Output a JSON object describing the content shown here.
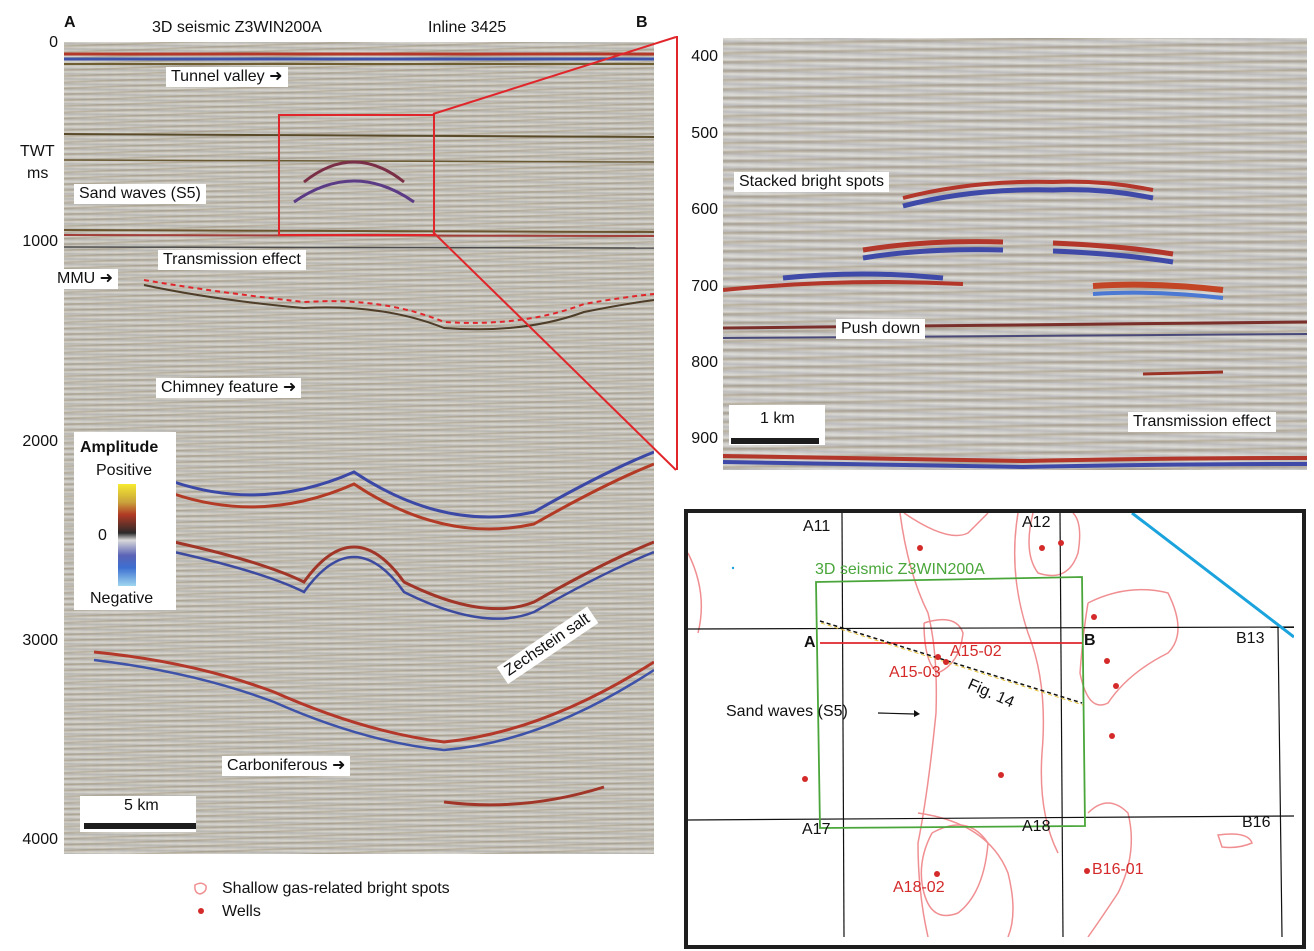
{
  "left_panel": {
    "corner_a": "A",
    "corner_b": "B",
    "survey_title": "3D seismic Z3WIN200A",
    "inline_title": "Inline 3425",
    "axis_label_line1": "TWT",
    "axis_label_line2": "ms",
    "ticks": [
      "0",
      "1000",
      "2000",
      "3000",
      "4000"
    ],
    "scale_bar": "5 km",
    "callouts": {
      "tunnel_valley": "Tunnel valley",
      "sand_waves": "Sand waves (S5)",
      "transmission": "Transmission effect",
      "mmu": "MMU",
      "chimney": "Chimney feature",
      "zechstein": "Zechstein salt",
      "carboniferous": "Carboniferous"
    },
    "amplitude": {
      "title": "Amplitude",
      "positive": "Positive",
      "zero": "0",
      "negative": "Negative"
    }
  },
  "zoom_panel": {
    "ticks": [
      "400",
      "500",
      "600",
      "700",
      "800",
      "900"
    ],
    "scale_bar": "1 km",
    "callouts": {
      "stacked": "Stacked bright spots",
      "push_down": "Push down",
      "transmission": "Transmission effect"
    }
  },
  "map": {
    "blocks": [
      "A11",
      "A12",
      "B13",
      "A17",
      "A18",
      "B16"
    ],
    "survey_label": "3D seismic Z3WIN200A",
    "section_a": "A",
    "section_b": "B",
    "wells": [
      "A15-02",
      "A15-03",
      "A18-02",
      "B16-01"
    ],
    "fig_label": "Fig. 14",
    "sand_waves": "Sand waves (S5)"
  },
  "legend": {
    "bright_spots": "Shallow gas-related bright spots",
    "wells": "Wells"
  },
  "colors": {
    "red_box": "#e0262b",
    "well": "#d42a2a",
    "gas_outline": "#f08f92",
    "survey": "#4aa63a",
    "coast": "#1aa3dd"
  }
}
